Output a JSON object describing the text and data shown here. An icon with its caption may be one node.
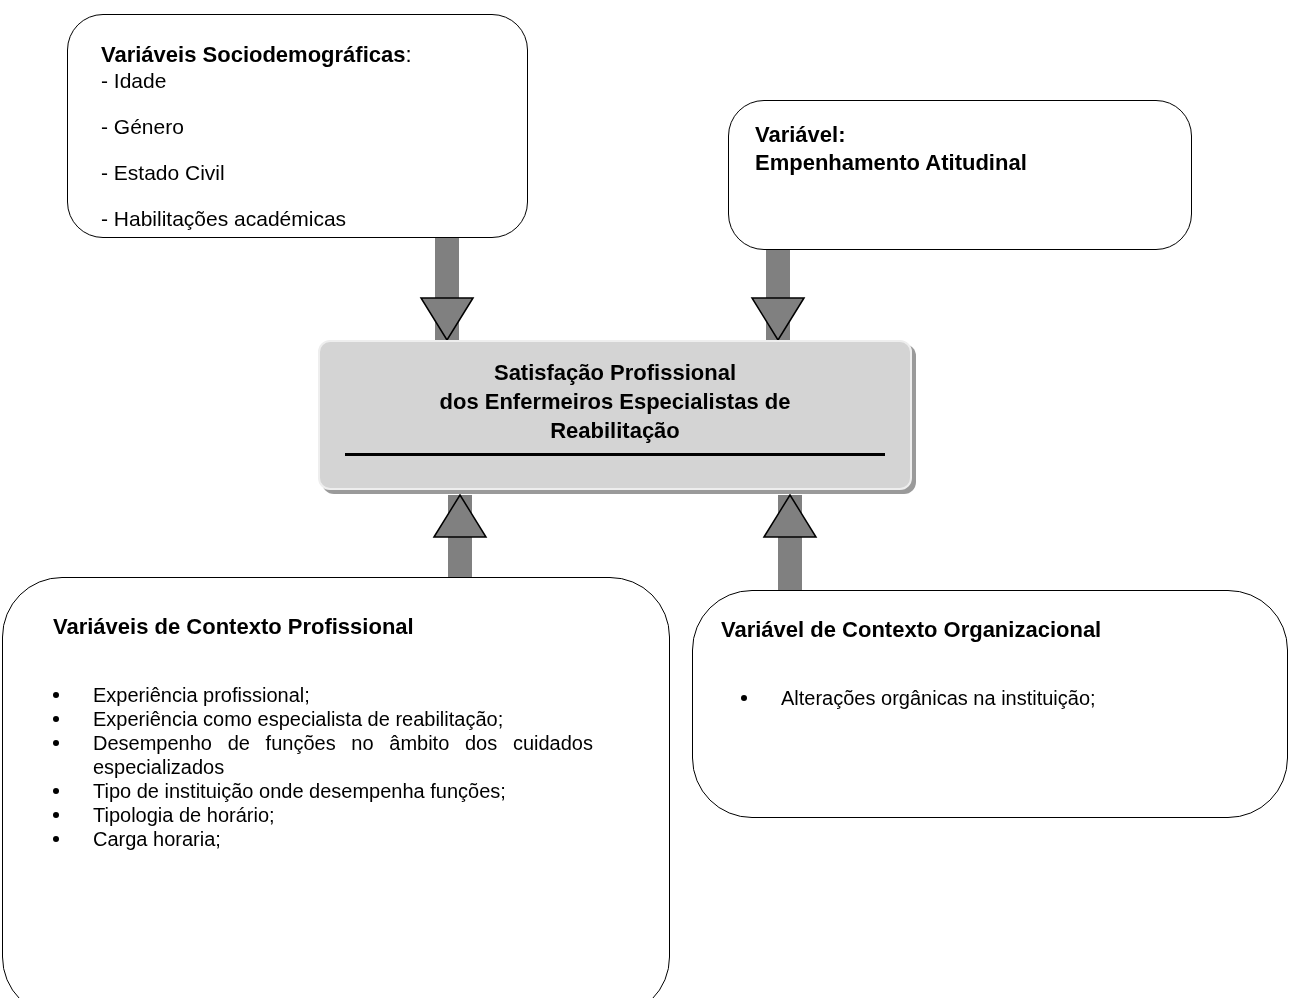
{
  "diagram": {
    "nodes": [
      {
        "text": [
          "**Variáveis Sociodemográficas**:",
          "- Idade",
          "- Género",
          "- Estado Civil",
          "- Habilitações académicas"
        ]
      },
      {
        "text": [
          "Variável:",
          "Empenhamento Atitudinal"
        ]
      },
      {
        "text": [
          "Satisfação Profissional",
          "dos Enfermeiros Especialistas de Reabilitação"
        ]
      },
      {
        "text": [
          "Variáveis de Contexto Profissional",
          "Experiência profissional;",
          "Experiência como especialista de reabilitação;",
          "Desempenho de funções no âmbito dos cuidados especializados",
          "Tipo de instituição onde desempenha funções;",
          "Tipologia de horário;",
          "Carga horaria;"
        ]
      },
      {
        "text": [
          "Variável de Contexto Organizacional",
          "Alterações orgânicas na instituição;"
        ]
      }
    ],
    "edges": [
      {
        "from": 0,
        "to": 2,
        "arrow": "to"
      },
      {
        "from": 1,
        "to": 2,
        "arrow": "to"
      },
      {
        "from": 3,
        "to": 2,
        "arrow": "to"
      },
      {
        "from": 4,
        "to": 2,
        "arrow": "to"
      }
    ]
  }
}
